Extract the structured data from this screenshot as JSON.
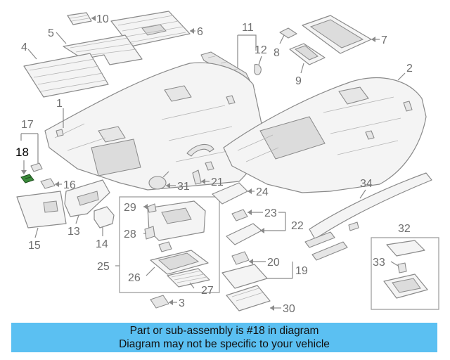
{
  "diagram": {
    "callouts": [
      "1",
      "2",
      "3",
      "4",
      "5",
      "6",
      "7",
      "8",
      "9",
      "10",
      "11",
      "12",
      "15",
      "16",
      "17",
      "18",
      "19",
      "20",
      "21",
      "22",
      "23",
      "24",
      "25",
      "26",
      "27",
      "28",
      "29",
      "30",
      "31",
      "32",
      "33",
      "34",
      "13",
      "14"
    ],
    "highlight_part": "18"
  },
  "banner": {
    "line1": "Part or sub-assembly is #18 in diagram",
    "line2": "Diagram may not be specific to your vehicle",
    "background": "#5bc0f2"
  },
  "colors": {
    "line": "#8a8a8a",
    "highlight_part": "#3a8a3a"
  }
}
